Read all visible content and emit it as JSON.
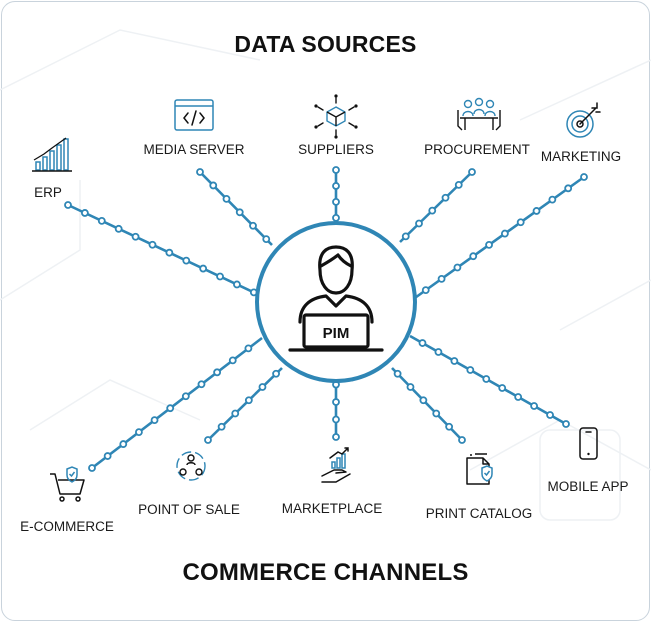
{
  "headings": {
    "top": "DATA SOURCES",
    "bottom": "COMMERCE CHANNELS"
  },
  "center": {
    "label": "PIM",
    "icon": "person-at-laptop-icon"
  },
  "sources": [
    {
      "id": "erp",
      "label": "ERP",
      "icon": "bar-chart-icon"
    },
    {
      "id": "media-server",
      "label": "MEDIA SERVER",
      "icon": "code-window-icon"
    },
    {
      "id": "suppliers",
      "label": "SUPPLIERS",
      "icon": "box-network-icon"
    },
    {
      "id": "procurement",
      "label": "PROCUREMENT",
      "icon": "meeting-table-icon"
    },
    {
      "id": "marketing",
      "label": "MARKETING",
      "icon": "target-arrow-icon"
    }
  ],
  "channels": [
    {
      "id": "e-commerce",
      "label": "E-COMMERCE",
      "icon": "shopping-cart-icon"
    },
    {
      "id": "point-of-sale",
      "label": "POINT OF SALE",
      "icon": "people-group-icon"
    },
    {
      "id": "marketplace",
      "label": "MARKETPLACE",
      "icon": "hand-growth-icon"
    },
    {
      "id": "print-catalog",
      "label": "PRINT CATALOG",
      "icon": "document-shield-icon"
    },
    {
      "id": "mobile-app",
      "label": "MOBILE APP",
      "icon": "smartphone-icon"
    }
  ],
  "colors": {
    "connector": "#2f86b5",
    "text": "#111111",
    "frame": "#c9d3dc"
  }
}
